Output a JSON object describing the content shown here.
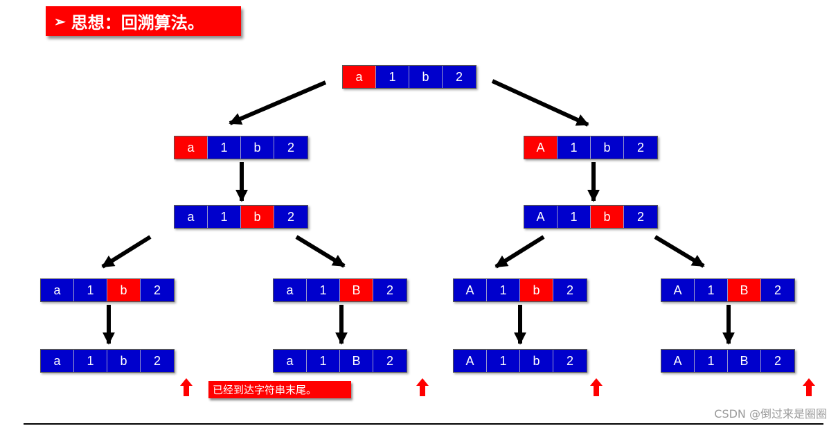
{
  "title": {
    "bullet": "➢",
    "text": "思想：回溯算法。"
  },
  "colors": {
    "cell_default": "#0000cc",
    "cell_active": "#ff0000",
    "arrow": "#000000",
    "up_arrow": "#ff0000"
  },
  "rows": [
    {
      "id": "root",
      "cells": [
        "a",
        "1",
        "b",
        "2"
      ],
      "active": 0
    },
    {
      "id": "l1-left",
      "cells": [
        "a",
        "1",
        "b",
        "2"
      ],
      "active": 0
    },
    {
      "id": "l1-right",
      "cells": [
        "A",
        "1",
        "b",
        "2"
      ],
      "active": 0
    },
    {
      "id": "l2-left",
      "cells": [
        "a",
        "1",
        "b",
        "2"
      ],
      "active": 2
    },
    {
      "id": "l2-right",
      "cells": [
        "A",
        "1",
        "b",
        "2"
      ],
      "active": 2
    },
    {
      "id": "l3-1",
      "cells": [
        "a",
        "1",
        "b",
        "2"
      ],
      "active": 2
    },
    {
      "id": "l3-2",
      "cells": [
        "a",
        "1",
        "B",
        "2"
      ],
      "active": 2
    },
    {
      "id": "l3-3",
      "cells": [
        "A",
        "1",
        "b",
        "2"
      ],
      "active": 2
    },
    {
      "id": "l3-4",
      "cells": [
        "A",
        "1",
        "B",
        "2"
      ],
      "active": 2
    },
    {
      "id": "l4-1",
      "cells": [
        "a",
        "1",
        "b",
        "2"
      ],
      "active": -1
    },
    {
      "id": "l4-2",
      "cells": [
        "a",
        "1",
        "B",
        "2"
      ],
      "active": -1
    },
    {
      "id": "l4-3",
      "cells": [
        "A",
        "1",
        "b",
        "2"
      ],
      "active": -1
    },
    {
      "id": "l4-4",
      "cells": [
        "A",
        "1",
        "B",
        "2"
      ],
      "active": -1
    }
  ],
  "note": "已经到达字符串末尾。",
  "watermark": "CSDN @倒过来是圈圈"
}
